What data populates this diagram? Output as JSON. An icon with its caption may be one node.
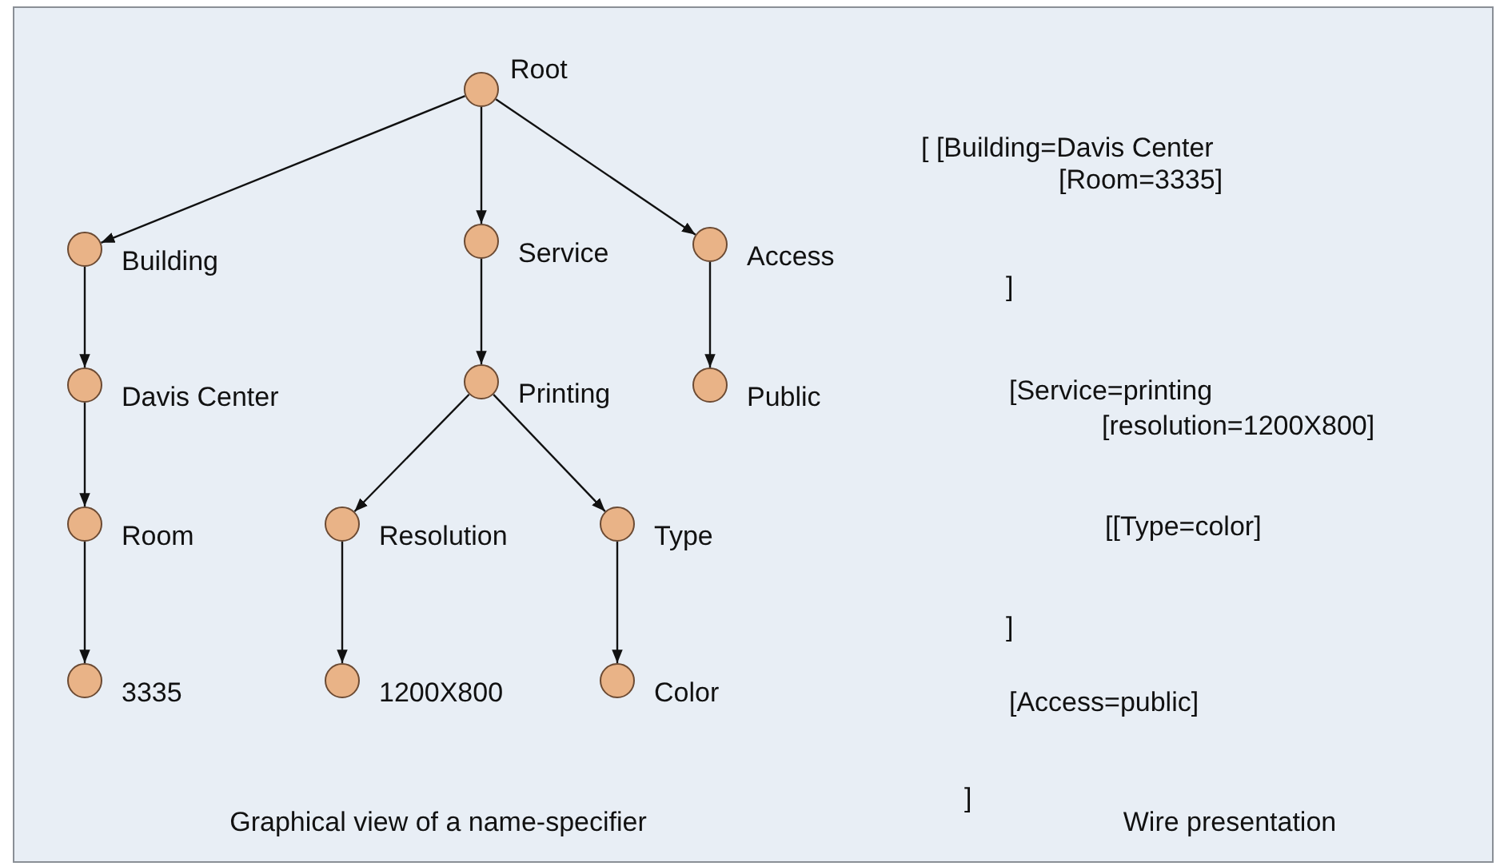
{
  "diagram": {
    "nodes": [
      {
        "text": [],
        "shape": "circle",
        "beside": [
          "Root"
        ]
      },
      {
        "text": [],
        "shape": "circle",
        "beside": [
          "Building"
        ]
      },
      {
        "text": [],
        "shape": "circle",
        "beside": [
          "Service"
        ]
      },
      {
        "text": [],
        "shape": "circle",
        "beside": [
          "Access"
        ]
      },
      {
        "text": [],
        "shape": "circle",
        "beside": [
          "Davis Center"
        ]
      },
      {
        "text": [],
        "shape": "circle",
        "beside": [
          "Printing"
        ]
      },
      {
        "text": [],
        "shape": "circle",
        "beside": [
          "Public"
        ]
      },
      {
        "text": [],
        "shape": "circle",
        "beside": [
          "Room"
        ]
      },
      {
        "text": [],
        "shape": "circle",
        "beside": [
          "Resolution"
        ]
      },
      {
        "text": [],
        "shape": "circle",
        "beside": [
          "Type"
        ]
      },
      {
        "text": [],
        "shape": "circle",
        "beside": [
          "3335"
        ]
      },
      {
        "text": [],
        "shape": "circle",
        "beside": [
          "1200X800"
        ]
      },
      {
        "text": [],
        "shape": "circle",
        "beside": [
          "Color"
        ]
      }
    ],
    "edges": [
      {
        "from": 0,
        "to": 1,
        "arrow": "to"
      },
      {
        "from": 0,
        "to": 2,
        "arrow": "to"
      },
      {
        "from": 0,
        "to": 3,
        "arrow": "to"
      },
      {
        "from": 1,
        "to": 4,
        "arrow": "to"
      },
      {
        "from": 2,
        "to": 5,
        "arrow": "to"
      },
      {
        "from": 3,
        "to": 6,
        "arrow": "to"
      },
      {
        "from": 4,
        "to": 7,
        "arrow": "to"
      },
      {
        "from": 5,
        "to": 8,
        "arrow": "to"
      },
      {
        "from": 5,
        "to": 9,
        "arrow": "to"
      },
      {
        "from": 7,
        "to": 10,
        "arrow": "to"
      },
      {
        "from": 8,
        "to": 11,
        "arrow": "to"
      },
      {
        "from": 9,
        "to": 12,
        "arrow": "to"
      }
    ],
    "labels": [
      "[ [Building=Davis Center",
      "[Room=3335]",
      "]",
      "[Service=printing",
      "[resolution=1200X800]",
      "[[Type=color]",
      "]",
      "[Access=public]",
      "]",
      "Graphical view of a name-specifier",
      "Wire presentation"
    ]
  }
}
